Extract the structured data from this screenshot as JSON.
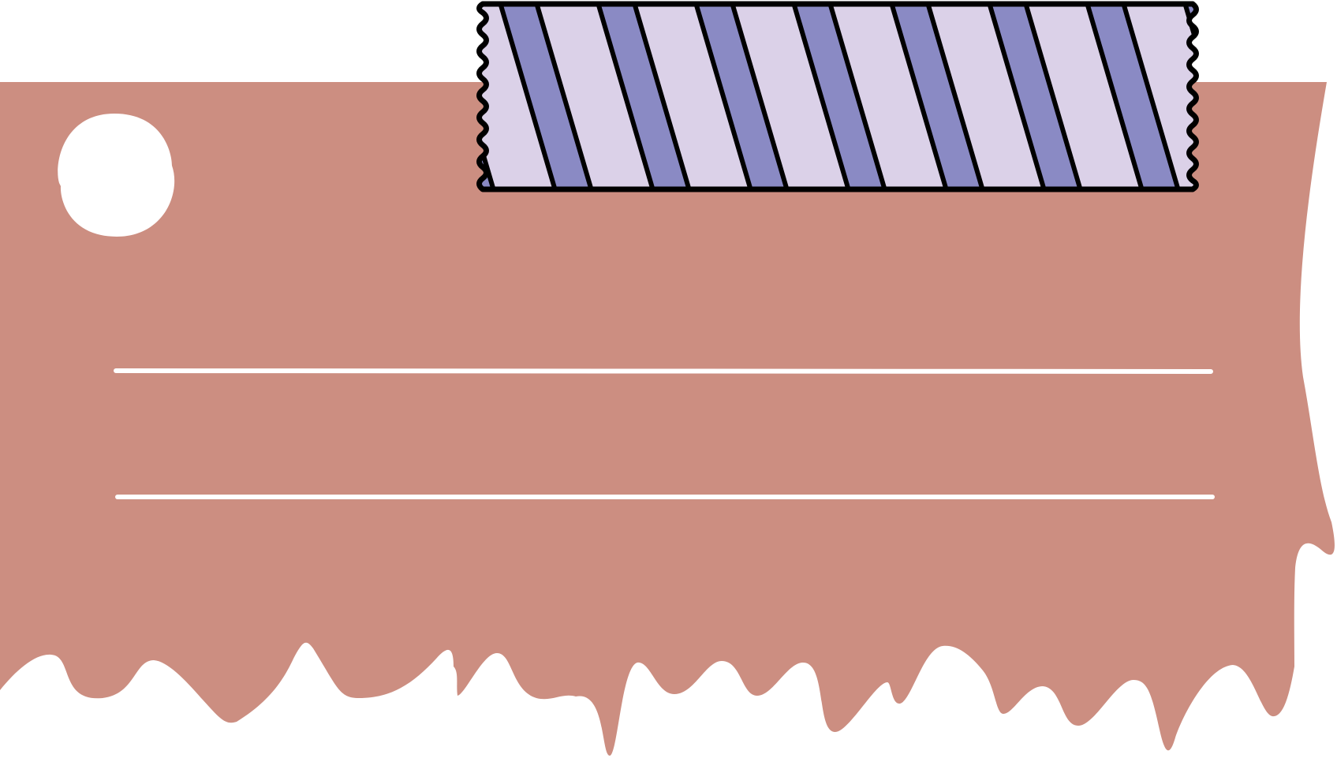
{
  "colors": {
    "background": "#ffffff",
    "tag_fill": "#cc8e81",
    "tape_light_stripe": "#dbd1e8",
    "tape_dark_stripe": "#8a8ac4",
    "tape_outline": "#000000",
    "writing_line": "#ffffff",
    "hole": "#ffffff"
  },
  "graphic": {
    "tag": {
      "writing_lines": 2,
      "has_hole": true,
      "bottom_edge": "dripping"
    },
    "tape": {
      "pattern": "diagonal-stripes",
      "edges": "torn"
    }
  }
}
